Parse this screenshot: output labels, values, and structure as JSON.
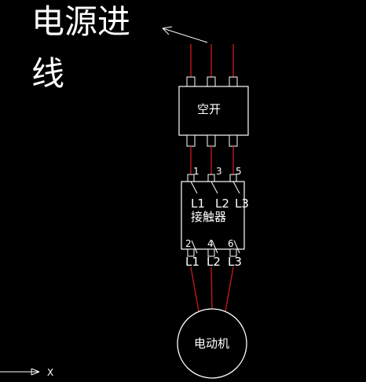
{
  "annotation": {
    "title_line1": "电源进",
    "title_line2": "线"
  },
  "breaker": {
    "label": "空开"
  },
  "contactor": {
    "label": "接触器",
    "top_terminals": [
      "1",
      "3",
      "5"
    ],
    "bottom_terminals": [
      "2",
      "4",
      "6"
    ],
    "top_phases": [
      "L1",
      "L2",
      "L3"
    ],
    "bottom_phases": [
      "L1",
      "L2",
      "L3"
    ]
  },
  "motor": {
    "label": "电动机"
  },
  "axis": {
    "x_label": "X"
  },
  "colors": {
    "background": "#000000",
    "wire": "#c01818",
    "line": "#ffffff"
  }
}
